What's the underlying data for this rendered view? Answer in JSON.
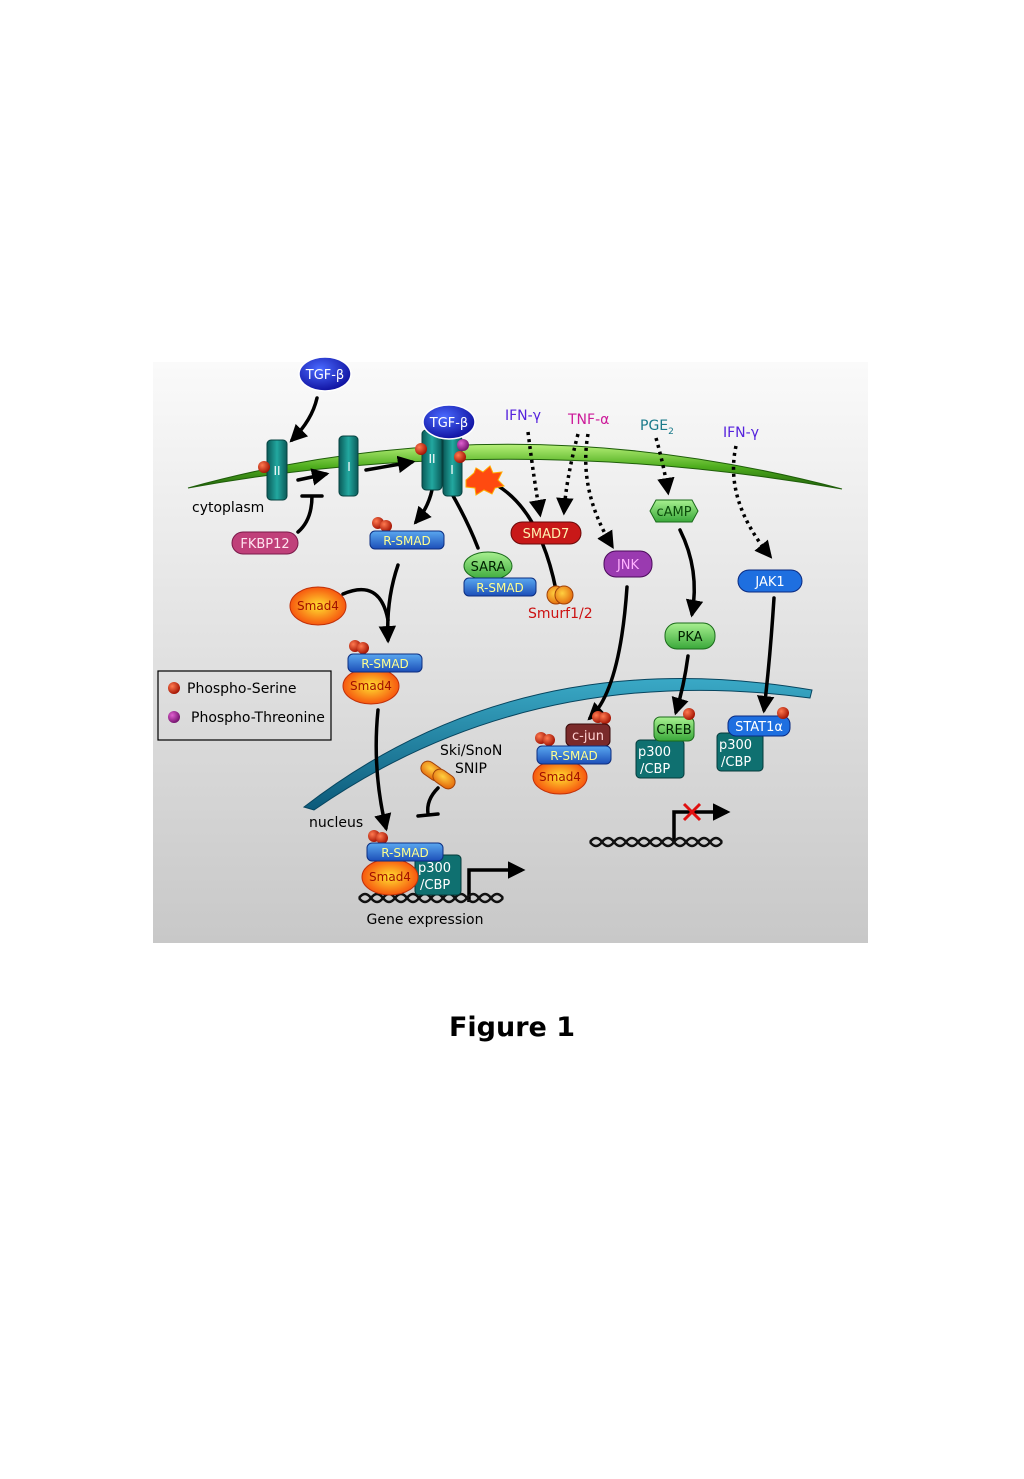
{
  "labels": {
    "tgf_beta_free": "TGF-β",
    "tgf_beta_bound": "TGF-β",
    "receptor_II_left": "II",
    "receptor_I_left": "I",
    "receptor_II_right": "II",
    "receptor_I_right": "I",
    "cytoplasm": "cytoplasm",
    "nucleus": "nucleus",
    "fkbp12": "FKBP12",
    "r_smad_top": "R-SMAD",
    "r_smad_sara": "R-SMAD",
    "r_smad_mid": "R-SMAD",
    "r_smad_jnk": "R-SMAD",
    "r_smad_bottom": "R-SMAD",
    "sara": "SARA",
    "smad7": "SMAD7",
    "smurf": "Smurf1/2",
    "smad4_free": "Smad4",
    "smad4_mid": "Smad4",
    "smad4_jnk": "Smad4",
    "smad4_bottom": "Smad4",
    "ifn_gamma_1": "IFN-γ",
    "tnf_alpha": "TNF-α",
    "pge2": "PGE",
    "pge2_sub": "2",
    "ifn_gamma_2": "IFN-γ",
    "camp": "cAMP",
    "jnk": "JNK",
    "jak1": "JAK1",
    "pka": "PKA",
    "cjun": "c-jun",
    "creb": "CREB",
    "stat1a": "STAT1α",
    "p300_creb_1": "p300",
    "p300_creb_2": "/CBP",
    "p300_stat_1": "p300",
    "p300_stat_2": "/CBP",
    "p300_bottom_1": "p300",
    "p300_bottom_2": "/CBP",
    "ski_1": "Ski/SnoN",
    "ski_2": "SNIP",
    "gene_expression": "Gene expression"
  },
  "legend": {
    "phospho_serine": "Phospho-Serine",
    "phospho_threonine": "Phospho-Threonine"
  },
  "caption": "Figure 1",
  "colors": {
    "tgf": "#1a1acc",
    "receptor": "#127a78",
    "rsmad": "#2e6fd6",
    "smad4": "#f5520a",
    "smad7": "#c81818",
    "fkbp12": "#c0407a",
    "sara": "#3cb83c",
    "jnk": "#9a3ab0",
    "jak1": "#1e6fe0",
    "camp": "#4dc44d",
    "p300": "#0f7070",
    "cjun": "#7a2a2a",
    "phospho_serine": "#cc2200",
    "phospho_threonine": "#a0208a",
    "ifn": "#5522dd",
    "tnf": "#cc1a99",
    "pge": "#1a7a8a",
    "smurf_text": "#cc1111"
  }
}
